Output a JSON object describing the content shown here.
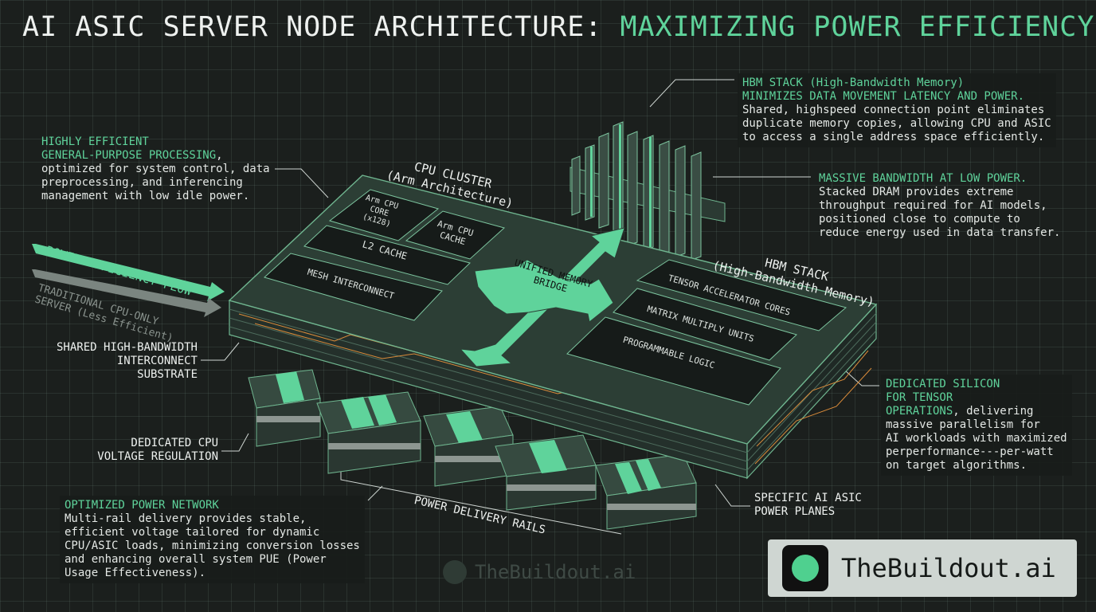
{
  "title": {
    "part1": "AI ASIC SERVER NODE ARCHITECTURE:",
    "part2": "MAXIMIZING POWER EFFICIENCY"
  },
  "callouts": {
    "cpu_processing": {
      "highlight_line1": "HIGHLY EFFICIENT",
      "highlight_line2": "GENERAL-PURPOSE PROCESSING",
      "body_line1": "optimized for system control, data",
      "body_line2": "preprocessing, and inferencing",
      "body_line3": "management with low idle power."
    },
    "hbm_top": {
      "heading": "HBM STACK (High-Bandwidth Memory)",
      "highlight": "MINIMIZES DATA MOVEMENT LATENCY AND POWER.",
      "body_line1": "Shared, highspeed connection point eliminates",
      "body_line2": "duplicate memory copies, allowing CPU and ASIC",
      "body_line3": "to access a single address space efficiently."
    },
    "bandwidth": {
      "highlight": "MASSIVE BANDWIDTH AT LOW POWER.",
      "body_line1": "Stacked DRAM provides extreme",
      "body_line2": "throughput required for AI models,",
      "body_line3": "positioned close to compute to",
      "body_line4": "reduce energy used in data transfer."
    },
    "silicon": {
      "highlight_line1": "DEDICATED SILICON",
      "highlight_line2": "FOR TENSOR",
      "highlight_line3": "OPERATIONS",
      "body_line1": "massive parallelism for",
      "body_line2": "AI workloads with maximized",
      "body_line3": "perperformance---per-watt",
      "body_line4": "on target algorithms."
    },
    "power_network": {
      "highlight": "OPTIMIZED POWER NETWORK",
      "body_line1": "Multi-rail delivery provides stable,",
      "body_line2": "efficient voltage tailored for dynamic",
      "body_line3": "CPU/ASIC loads, minimizing conversion losses",
      "body_line4": "and enhancing overall system PUE (Power",
      "body_line5": "Usage Effectiveness)."
    }
  },
  "labels": {
    "substrate_line1": "SHARED HIGH-BANDWIDTH",
    "substrate_line2": "INTERCONNECT",
    "substrate_line3": "SUBSTRATE",
    "voltage_line1": "DEDICATED CPU",
    "voltage_line2": "VOLTAGE REGULATION",
    "asic_power_line1": "SPECIFIC AI ASIC",
    "asic_power_line2": "POWER PLANES"
  },
  "diagram": {
    "cpu_cluster_line1": "CPU CLUSTER",
    "cpu_cluster_line2": "(Arm Architecture)",
    "arm_core_line1": "Arm CPU",
    "arm_core_line2": "CORE",
    "arm_core_line3": "(x128)",
    "arm_cache_line1": "Arm CPU",
    "arm_cache_line2": "CACHE",
    "l2_cache": "L2 CACHE",
    "mesh": "MESH INTERCONNECT",
    "bridge_line1": "UNIFIED MEMORY",
    "bridge_line2": "BRIDGE",
    "hbm_label_line1": "HBM STACK",
    "hbm_label_line2": "(High-Bandwidth Memory)",
    "tensor": "TENSOR ACCELERATOR CORES",
    "matrix": "MATRIX MULTIPLY UNITS",
    "programmable": "PROGRAMMABLE LOGIC",
    "power_flow": "POWER EFFICIENCY FLOW",
    "traditional_line1": "TRADITIONAL CPU-ONLY",
    "traditional_line2": "SERVER (Less Efficient)",
    "power_rails": "POWER DELIVERY RAILS"
  },
  "watermark": "TheBuildout.ai",
  "brand": "TheBuildout.ai",
  "colors": {
    "background": "#1b1f1d",
    "accent": "#5fd39b",
    "board": "#2c3e35",
    "brand_box": "#cfd6d2"
  }
}
